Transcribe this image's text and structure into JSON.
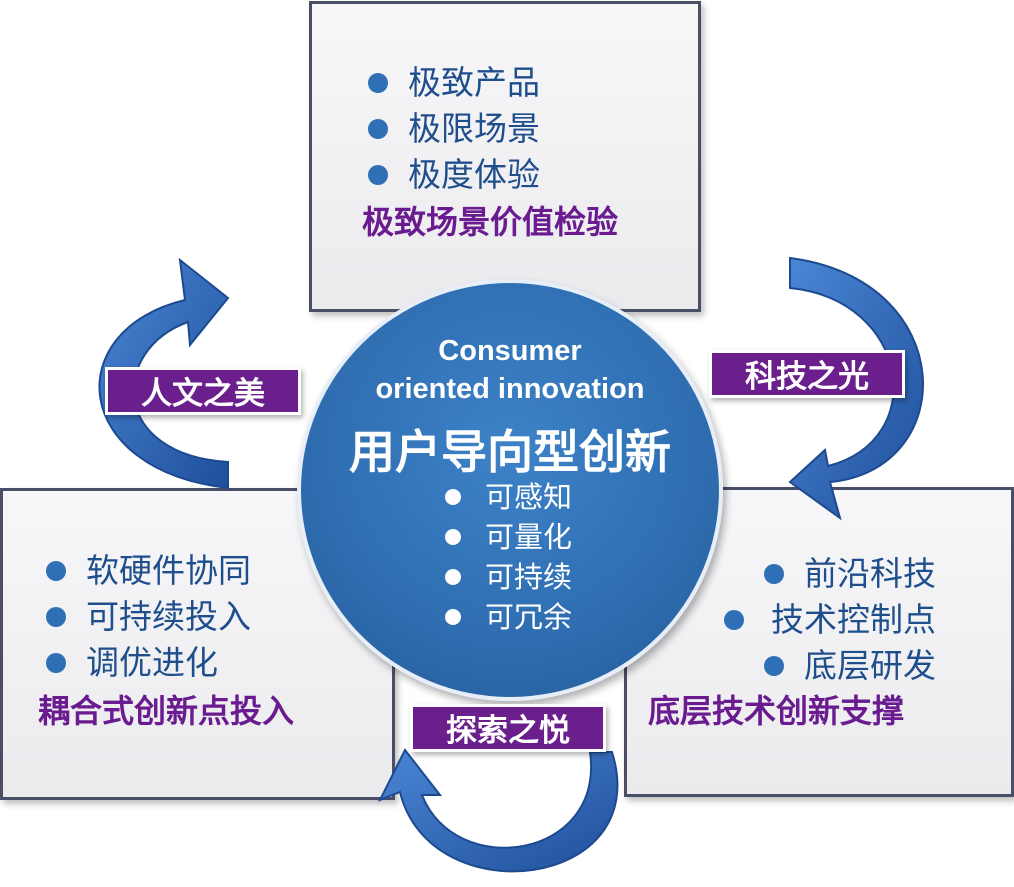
{
  "center": {
    "english_line1": "Consumer",
    "english_line2": "oriented innovation",
    "title": "用户导向型创新",
    "items": [
      "可感知",
      "可量化",
      "可持续",
      "可冗余"
    ]
  },
  "top_box": {
    "items": [
      "极致产品",
      "极限场景",
      "极度体验"
    ],
    "summary": "极致场景价值检验"
  },
  "left_box": {
    "items": [
      "软硬件协同",
      "可持续投入",
      "调优进化"
    ],
    "summary": "耦合式创新点投入"
  },
  "right_box": {
    "items": [
      "前沿科技",
      "技术控制点",
      "底层研发"
    ],
    "summary": "底层技术创新支撑"
  },
  "tags": {
    "left": "人文之美",
    "right": "科技之光",
    "bottom": "探索之悦"
  },
  "colors": {
    "circle": "#2e6db0",
    "bullet_text": "#1f4e8c",
    "summary_text": "#6a1b8f",
    "tag_background": "#6a1f8c",
    "arrow": "#2f66b8"
  }
}
